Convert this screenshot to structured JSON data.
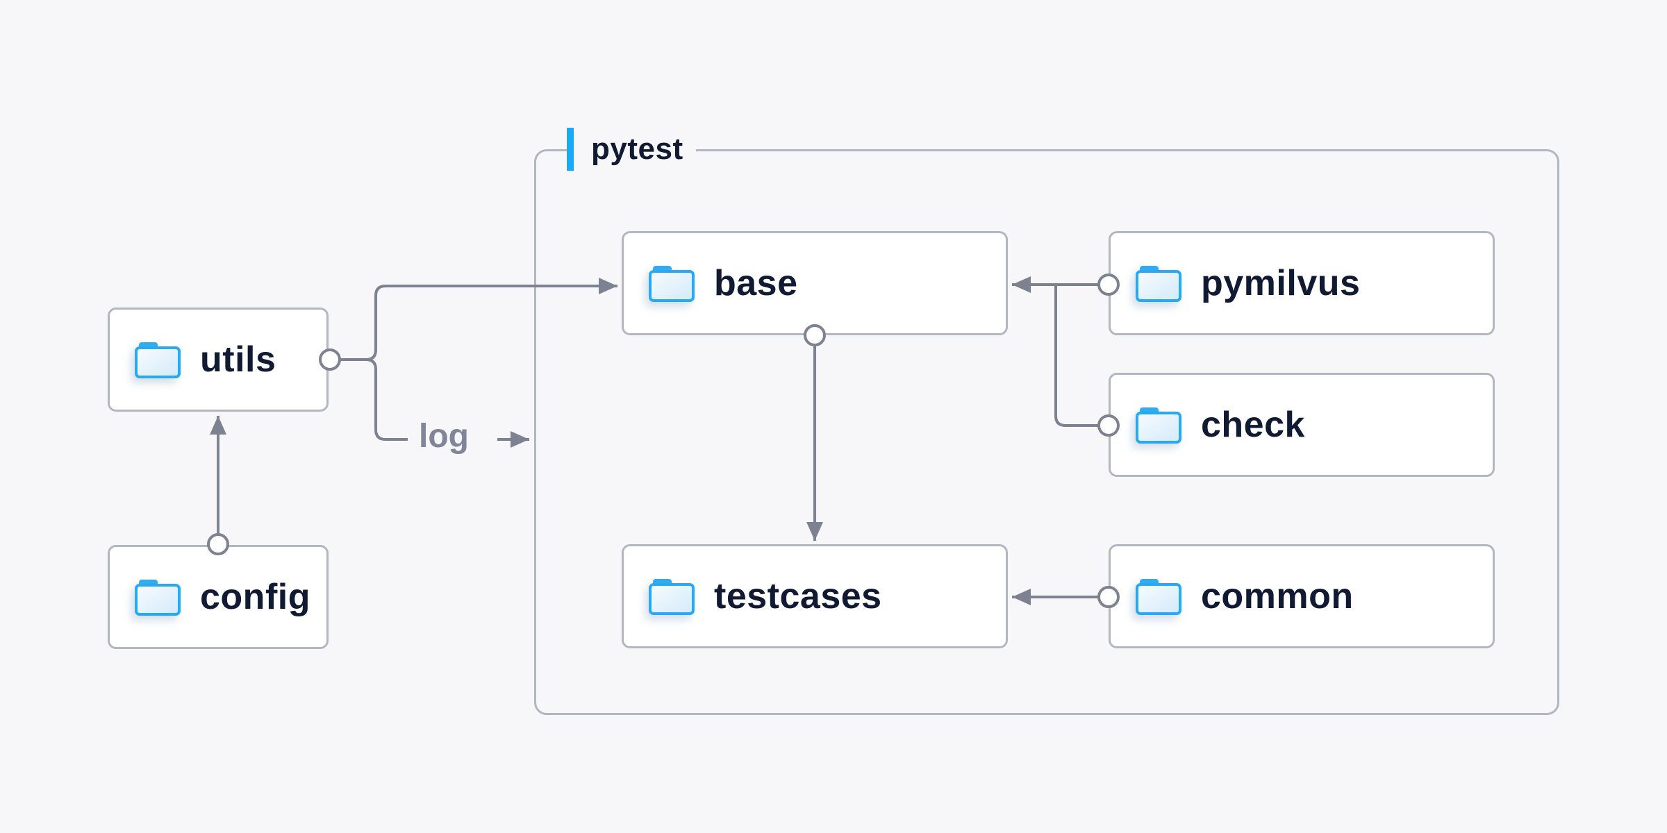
{
  "diagram": {
    "container": {
      "label": "pytest"
    },
    "nodes": {
      "utils": {
        "label": "utils",
        "icon": "folder-icon"
      },
      "config": {
        "label": "config",
        "icon": "folder-icon"
      },
      "base": {
        "label": "base",
        "icon": "folder-icon"
      },
      "pymilvus": {
        "label": "pymilvus",
        "icon": "folder-icon"
      },
      "check": {
        "label": "check",
        "icon": "folder-icon"
      },
      "testcases": {
        "label": "testcases",
        "icon": "folder-icon"
      },
      "common": {
        "label": "common",
        "icon": "folder-icon"
      }
    },
    "edge_labels": {
      "log": "log"
    },
    "edges": [
      {
        "from": "config",
        "to": "utils",
        "style": "arrow"
      },
      {
        "from": "utils",
        "to": "base",
        "style": "arrow"
      },
      {
        "from": "utils",
        "to": "log",
        "style": "arrow",
        "label": "log"
      },
      {
        "from": "base",
        "to": "testcases",
        "style": "arrow"
      },
      {
        "from": "pymilvus",
        "to": "base",
        "style": "arrow"
      },
      {
        "from": "check",
        "to": "base",
        "style": "arrow"
      },
      {
        "from": "common",
        "to": "testcases",
        "style": "arrow"
      }
    ],
    "colors": {
      "background": "#f7f7f9",
      "node_fill": "#ffffff",
      "node_border": "#b3b6c1",
      "container_border": "#b3b6c1",
      "connector": "#7d8290",
      "label_text": "#101a33",
      "muted_label": "#80859a",
      "accent_blue": "#18abf4",
      "folder_blue": "#28a9f1"
    }
  }
}
